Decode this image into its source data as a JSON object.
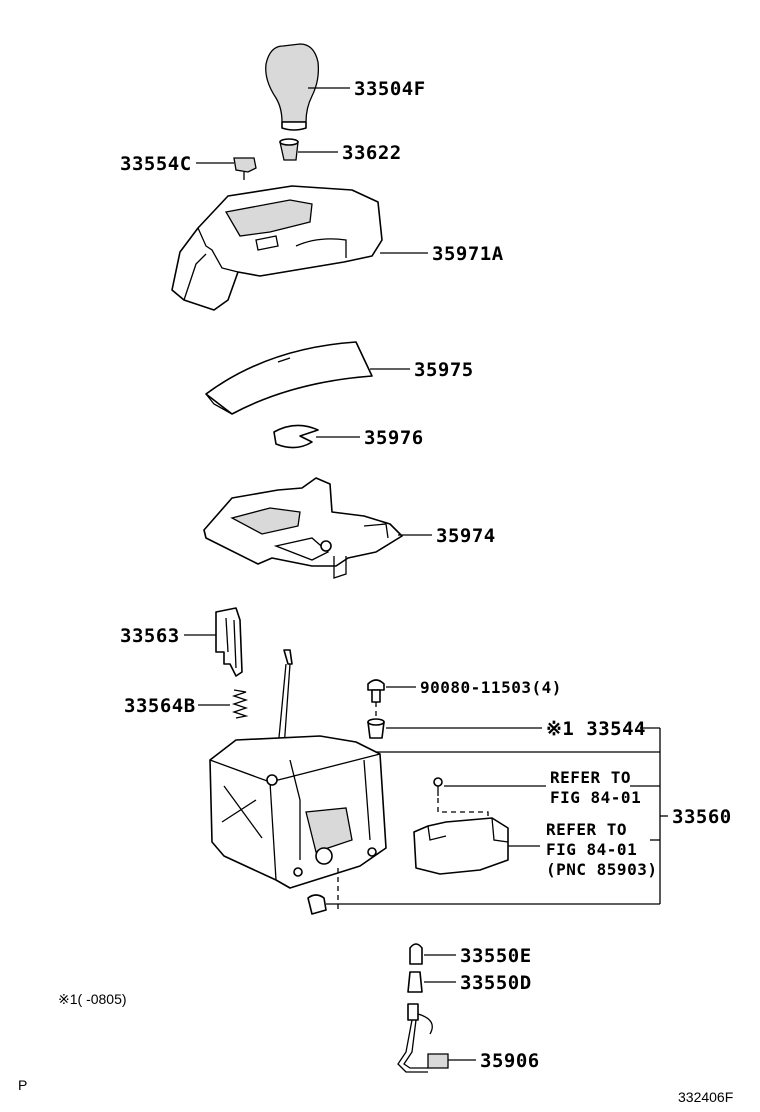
{
  "labels": {
    "p33504f": "33504F",
    "p33622": "33622",
    "p33554c": "33554C",
    "p35971a": "35971A",
    "p35975": "35975",
    "p35976": "35976",
    "p35974": "35974",
    "p33563": "33563",
    "p33564b": "33564B",
    "p90080": "90080-11503(4)",
    "p33544": "※1 33544",
    "p33560": "33560",
    "refer1_line1": "REFER TO",
    "refer1_line2": "FIG 84-01",
    "refer2_line1": "REFER TO",
    "refer2_line2": "FIG 84-01",
    "refer2_line3": "(PNC 85903)",
    "p33550e": "33550E",
    "p33550d": "33550D",
    "p35906": "35906"
  },
  "footnote": "※1(     -0805)",
  "corner_left": "P",
  "figure_code": "332406F"
}
